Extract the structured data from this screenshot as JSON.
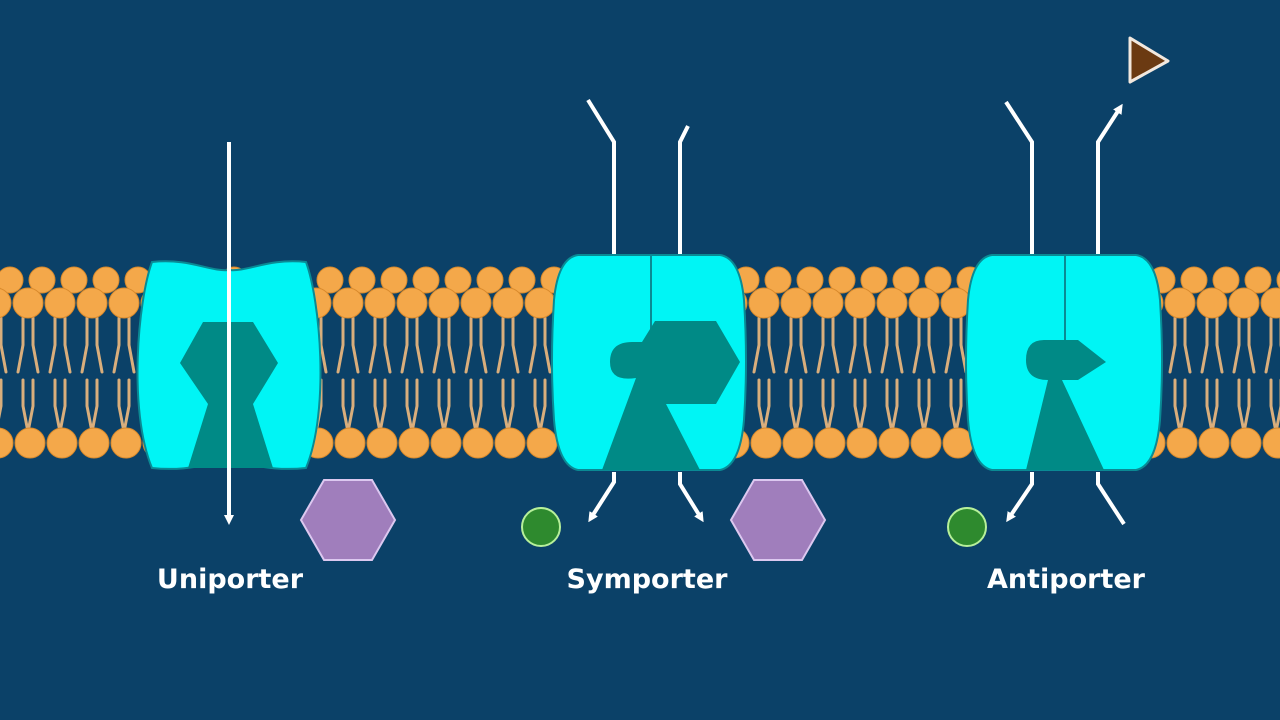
{
  "colors": {
    "background": "#0b4168",
    "lipid_head": "#f4a84a",
    "lipid_tail": "#d9ae7c",
    "transporter": "#00f5f5",
    "transporter_outline": "#0a8a94",
    "binding_site": "#008a86",
    "arrow": "#ffffff",
    "hexagon_molecule": "#a07ebc",
    "hexagon_outline": "#dcc8f0",
    "circle_molecule": "#2e8a2e",
    "circle_outline": "#b7f09a",
    "triangle_molecule": "#6b3a12",
    "triangle_outline": "#f2e8de"
  },
  "transporters": [
    {
      "id": "uniporter",
      "label": "Uniporter",
      "icon": "hexagon-binding-site"
    },
    {
      "id": "symporter",
      "label": "Symporter",
      "icon": "hexagon-and-circle-binding-site"
    },
    {
      "id": "antiporter",
      "label": "Antiporter",
      "icon": "triangle-and-circle-binding-site"
    }
  ],
  "molecules": [
    "hexagon",
    "circle",
    "triangle"
  ]
}
